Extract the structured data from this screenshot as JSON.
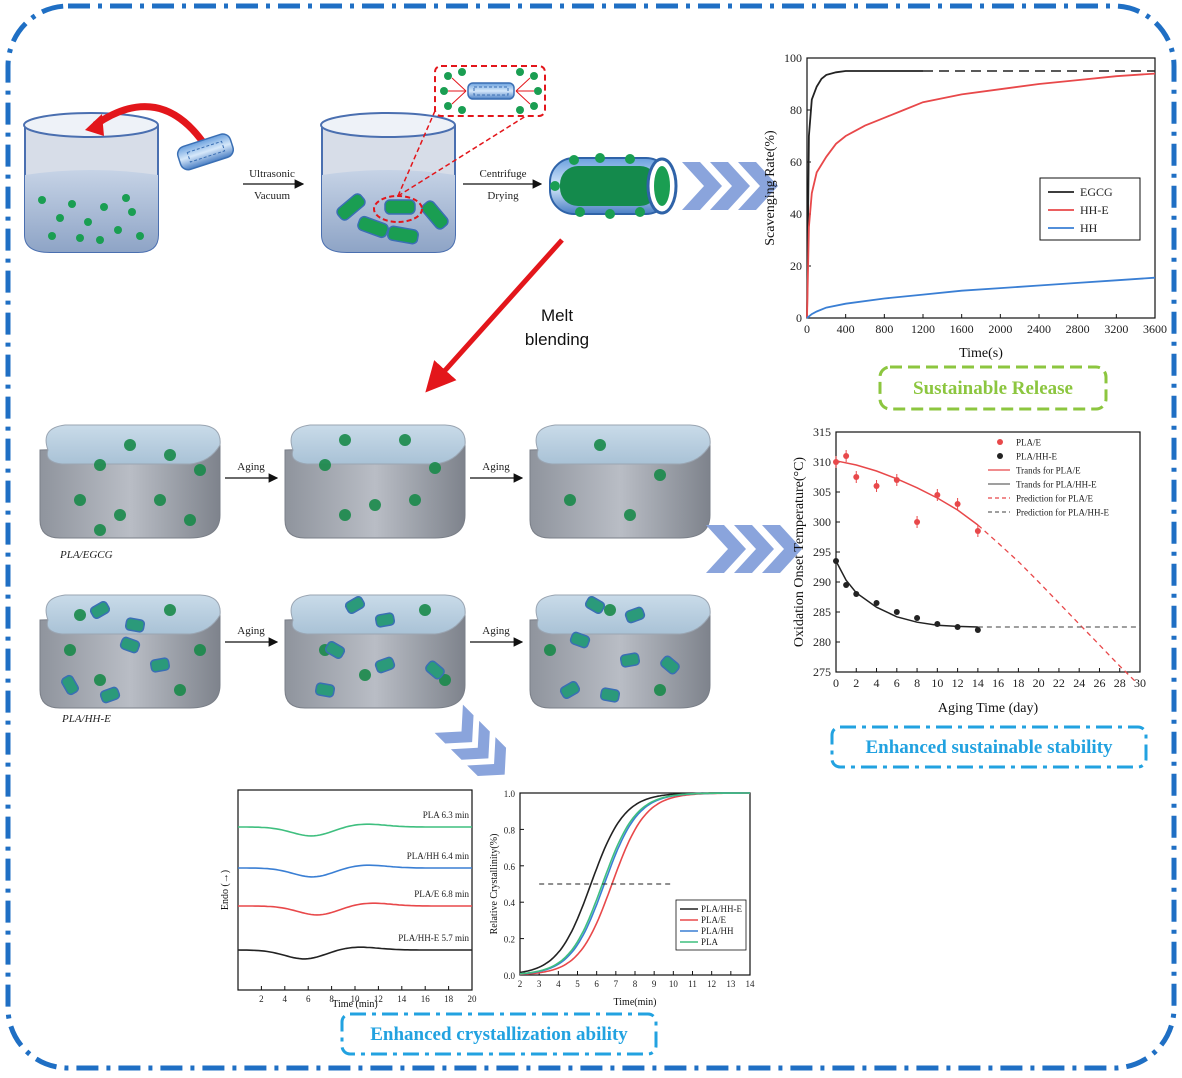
{
  "colors": {
    "frame": "#1f6fc4",
    "arrow_red": "#e3161b",
    "chevron": "#8aa4dc",
    "green_dot": "#1a9e52",
    "banner_green": "#8cc63f",
    "banner_blue": "#22a2e0",
    "series_black": "#222222",
    "series_red": "#e8484a",
    "series_blue": "#3a7fd4",
    "series_green": "#3fbf7f"
  },
  "process": {
    "ultrasonic": "Ultrasonic",
    "vacuum": "Vacuum",
    "centrifuge": "Centrifuge",
    "drying": "Drying",
    "melt": "Melt",
    "blending": "blending",
    "aging_labels": [
      "Aging",
      "Aging",
      "Aging",
      "Aging"
    ],
    "row_labels": [
      "PLA/EGCG",
      "PLA/HH-E"
    ]
  },
  "banners": {
    "release": "Sustainable Release",
    "stability": "Enhanced sustainable stability",
    "crystallization": "Enhanced crystallization ability"
  },
  "chart_data": [
    {
      "type": "line",
      "xlabel": "Time(s)",
      "ylabel": "Scavenging Rate(%)",
      "xlim": [
        0,
        3600
      ],
      "ylim": [
        0,
        100
      ],
      "xticks": [
        "0",
        "400",
        "800",
        "1200",
        "1600",
        "2000",
        "2400",
        "2800",
        "3200",
        "3600"
      ],
      "yticks": [
        "0",
        "20",
        "40",
        "60",
        "80",
        "100"
      ],
      "legend": "center-right",
      "series": [
        {
          "name": "EGCG",
          "x": [
            0,
            20,
            50,
            100,
            150,
            200,
            300,
            400,
            600,
            800,
            1200
          ],
          "y": [
            0,
            70,
            84,
            89,
            92,
            93.5,
            94.5,
            95,
            95,
            95,
            95
          ],
          "dashed_extension": [
            1200,
            3600,
            95
          ]
        },
        {
          "name": "HH-E",
          "x": [
            0,
            20,
            50,
            100,
            200,
            300,
            400,
            500,
            600,
            700,
            800,
            1000,
            1200,
            1600,
            2000,
            2400,
            2800,
            3200,
            3600
          ],
          "y": [
            0,
            35,
            48,
            56,
            62,
            67,
            70,
            72,
            74,
            75.5,
            77,
            80,
            83,
            86,
            88,
            90,
            91.5,
            93,
            94
          ]
        },
        {
          "name": "HH",
          "x": [
            0,
            50,
            100,
            200,
            400,
            800,
            1200,
            1600,
            2000,
            2400,
            2800,
            3200,
            3600
          ],
          "y": [
            0,
            1.5,
            2.5,
            4,
            5.5,
            7.5,
            9,
            10.5,
            11.5,
            12.5,
            13.5,
            14.5,
            15.5
          ]
        }
      ]
    },
    {
      "type": "scatter",
      "xlabel": "Aging Time (day)",
      "ylabel": "Oxidation Onset Temperature(°C)",
      "xlim": [
        0,
        30
      ],
      "ylim": [
        275,
        315
      ],
      "xticks": [
        "0",
        "2",
        "4",
        "6",
        "8",
        "10",
        "12",
        "14",
        "16",
        "18",
        "20",
        "22",
        "24",
        "26",
        "28",
        "30"
      ],
      "yticks": [
        "275",
        "280",
        "285",
        "290",
        "295",
        "300",
        "305",
        "310",
        "315"
      ],
      "legend": "top-right",
      "series": [
        {
          "name": "PLA/E",
          "x": [
            0,
            1,
            2,
            4,
            6,
            8,
            10,
            12,
            14
          ],
          "y": [
            310,
            311,
            307.5,
            306,
            307,
            300,
            304.5,
            303,
            298.5
          ]
        },
        {
          "name": "PLA/HH-E",
          "x": [
            0,
            1,
            2,
            4,
            6,
            8,
            10,
            12,
            14
          ],
          "y": [
            293.5,
            289.5,
            288,
            286.5,
            285,
            284,
            283,
            282.5,
            282
          ]
        },
        {
          "name": "Trands for PLA/E",
          "x": [
            0,
            2,
            4,
            6,
            8,
            10,
            12,
            14
          ],
          "y": [
            310.2,
            309.5,
            308.5,
            307.2,
            305.7,
            304,
            302,
            299.5
          ]
        },
        {
          "name": "Trands for PLA/HH-E",
          "x": [
            0,
            1,
            2,
            4,
            6,
            8,
            10,
            12,
            14
          ],
          "y": [
            293.5,
            290.3,
            288.2,
            285.8,
            284.2,
            283.3,
            282.8,
            282.6,
            282.5
          ]
        },
        {
          "name": "Prediction for PLA/E",
          "x": [
            14,
            16,
            18,
            20,
            22,
            24,
            26,
            28,
            29.5
          ],
          "y": [
            299.5,
            296.5,
            293.4,
            290,
            286.5,
            283,
            279.5,
            276,
            273.5
          ]
        },
        {
          "name": "Prediction for PLA/HH-E",
          "x": [
            14,
            30
          ],
          "y": [
            282.5,
            282.5
          ]
        }
      ]
    },
    {
      "type": "line",
      "xlabel": "Time (min)",
      "ylabel": "Endo (→)",
      "xlim": [
        0,
        20
      ],
      "xticks": [
        "2",
        "4",
        "6",
        "8",
        "10",
        "12",
        "14",
        "16",
        "18",
        "20"
      ],
      "series": [
        {
          "name": "PLA",
          "annotation": "PLA 6.3 min",
          "peak_x": 6.3
        },
        {
          "name": "PLA/HH",
          "annotation": "PLA/HH 6.4 min",
          "peak_x": 6.4
        },
        {
          "name": "PLA/E",
          "annotation": "PLA/E 6.8 min",
          "peak_x": 6.8
        },
        {
          "name": "PLA/HH-E",
          "annotation": "PLA/HH-E 5.7 min",
          "peak_x": 5.7
        }
      ]
    },
    {
      "type": "line",
      "xlabel": "Time(min)",
      "ylabel": "Relative Crystallinity(%)",
      "xlim": [
        2,
        14
      ],
      "ylim": [
        0,
        1
      ],
      "xticks": [
        "2",
        "3",
        "4",
        "5",
        "6",
        "7",
        "8",
        "9",
        "10",
        "11",
        "12",
        "13",
        "14"
      ],
      "yticks": [
        "0.0",
        "0.2",
        "0.4",
        "0.6",
        "0.8",
        "1.0"
      ],
      "legend": "bottom-right",
      "series": [
        {
          "name": "PLA/HH-E",
          "half_time": 5.7
        },
        {
          "name": "PLA/E",
          "half_time": 6.8
        },
        {
          "name": "PLA/HH",
          "half_time": 6.4
        },
        {
          "name": "PLA",
          "half_time": 6.3
        }
      ],
      "reference_line": 0.5
    }
  ]
}
